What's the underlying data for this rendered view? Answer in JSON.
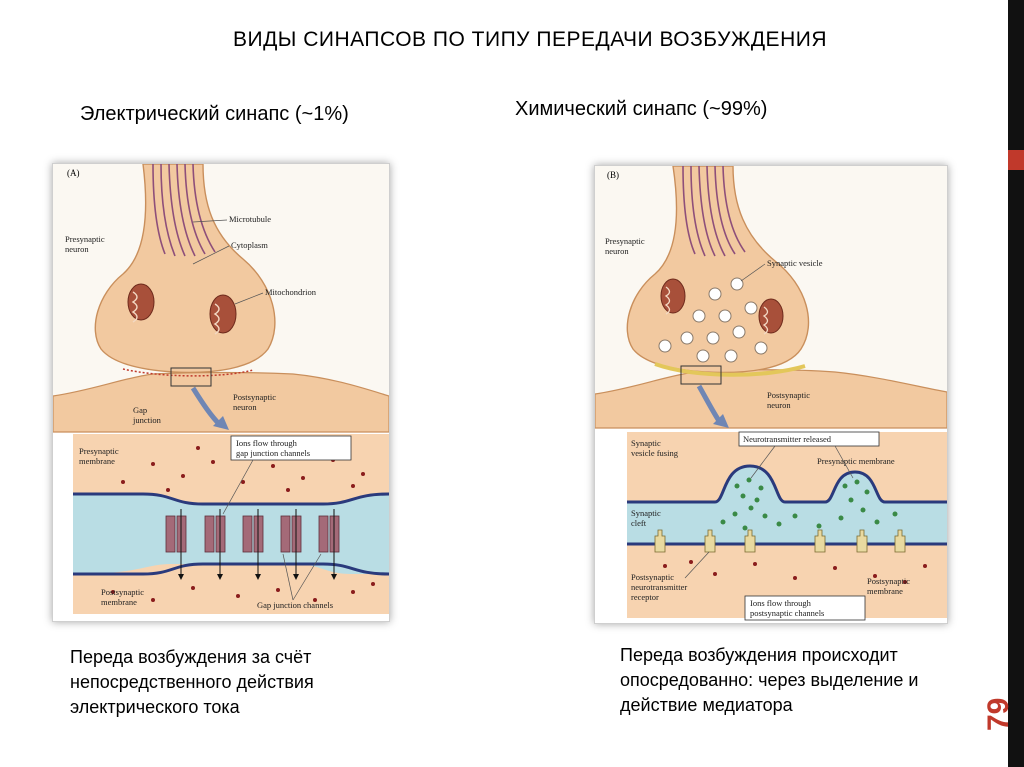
{
  "slide": {
    "title": "ВИДЫ СИНАПСОВ ПО ТИПУ ПЕРЕДАЧИ  ВОЗБУЖДЕНИЯ",
    "left_heading": "Электрический синапс (~1%)",
    "right_heading": "Химический синапс (~99%)",
    "left_description": "Переда возбуждения за счёт непосредственного действия электрического тока",
    "right_description": "Переда возбуждения происходит опосредованно: через выделение и действие медиатора",
    "page_number": "79"
  },
  "figure_a": {
    "panel_letter": "(A)",
    "labels": {
      "presynaptic_neuron": [
        "Presynaptic",
        "neuron"
      ],
      "microtubule": "Microtubule",
      "cytoplasm": "Cytoplasm",
      "mitochondrion": "Mitochondrion",
      "gap_junction": [
        "Gap",
        "junction"
      ],
      "postsynaptic_neuron": [
        "Postsynaptic",
        "neuron"
      ],
      "ions_flow": [
        "Ions flow through",
        "gap junction channels"
      ],
      "presynaptic_membrane": [
        "Presynaptic",
        "membrane"
      ],
      "postsynaptic_membrane": [
        "Postsynaptic",
        "membrane"
      ],
      "gap_junction_channels": "Gap junction channels"
    }
  },
  "figure_b": {
    "panel_letter": "(B)",
    "labels": {
      "presynaptic_neuron": [
        "Presynaptic",
        "neuron"
      ],
      "synaptic_vesicle": "Synaptic vesicle",
      "postsynaptic_neuron": [
        "Postsynaptic",
        "neuron"
      ],
      "neurotransmitter_released": "Neurotransmitter released",
      "synaptic_vesicle_fusing": [
        "Synaptic",
        "vesicle fusing"
      ],
      "presynaptic_membrane": "Presynaptic membrane",
      "synaptic_cleft": [
        "Synaptic",
        "cleft"
      ],
      "postsynaptic_receptor": [
        "Postsynaptic",
        "neurotransmitter",
        "receptor"
      ],
      "ions_flow": [
        "Ions flow through",
        "postsynaptic channels"
      ],
      "postsynaptic_membrane": [
        "Postsynaptic",
        "membrane"
      ]
    }
  },
  "colors": {
    "accent_red": "#c0392b",
    "neuron_fill": "#f2c9a0",
    "cleft_blue": "#b9dde4",
    "membrane_navy": "#2a3a7c",
    "ion_dot": "#8a1c1c",
    "neurotransmitter_green": "#3a8a46"
  }
}
